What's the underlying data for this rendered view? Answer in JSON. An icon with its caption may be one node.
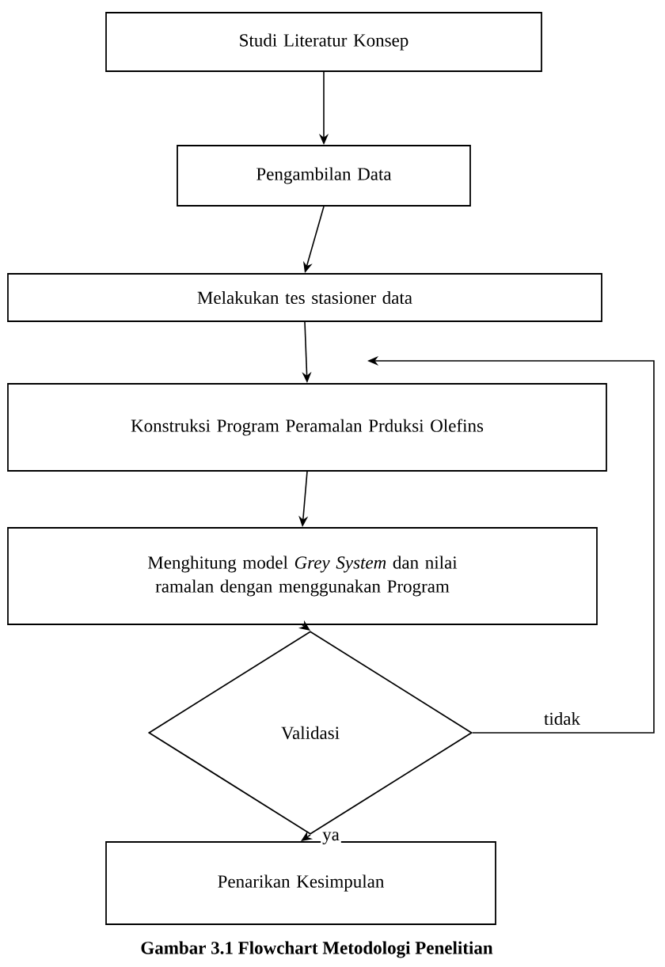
{
  "diagram": {
    "caption": "Gambar 3.1 Flowchart Metodologi Penelitian",
    "nodes": [
      {
        "text": [
          "Studi Literatur Konsep"
        ]
      },
      {
        "text": [
          "Pengambilan Data"
        ]
      },
      {
        "text": [
          "Melakukan tes stasioner data"
        ]
      },
      {
        "text": [
          "Konstruksi Program Peramalan Prduksi Olefins"
        ]
      },
      {
        "text": [
          "Menghitung model *Grey System* dan nilai ramalan dengan menggunakan Program"
        ]
      },
      {
        "text": [
          "Validasi"
        ]
      },
      {
        "text": [
          "Penarikan Kesimpulan"
        ]
      }
    ],
    "edges": [
      {
        "from": 0,
        "to": 1,
        "arrow": "to"
      },
      {
        "from": 1,
        "to": 2,
        "arrow": "to"
      },
      {
        "from": 2,
        "to": 3,
        "arrow": "to"
      },
      {
        "from": 3,
        "to": 4,
        "arrow": "to"
      },
      {
        "from": 4,
        "to": 5,
        "arrow": "to"
      },
      {
        "from": 5,
        "to": 6,
        "arrow": "to",
        "label": "ya"
      },
      {
        "from": 5,
        "to": null,
        "arrow": "to",
        "label": "tidak"
      }
    ]
  }
}
